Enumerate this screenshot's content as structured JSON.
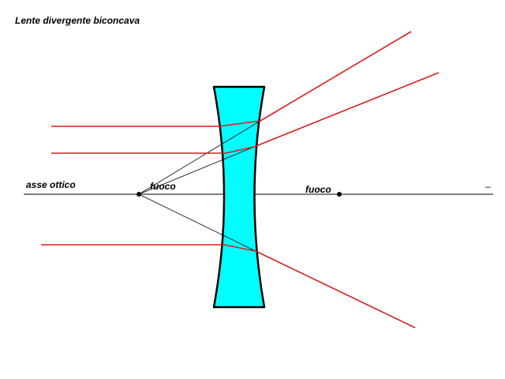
{
  "title": "Lente divergente biconcava",
  "labels": {
    "optical_axis": "asse ottico",
    "focus_left": "fuoco",
    "focus_right": "fuoco",
    "axis_end_mark": "–"
  },
  "colors": {
    "background": "#ffffff",
    "lens_fill": "#00ffff",
    "lens_stroke": "#000000",
    "ray": "#d81e1e",
    "construction_line": "#000000",
    "axis": "#000000",
    "focus_point": "#000000"
  }
}
